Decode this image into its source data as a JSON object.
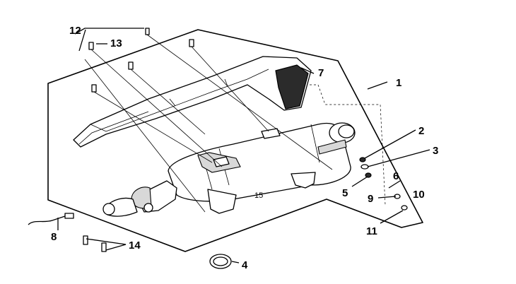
{
  "diagram": {
    "callouts": [
      {
        "id": "c1",
        "label": "1"
      },
      {
        "id": "c2",
        "label": "2"
      },
      {
        "id": "c3",
        "label": "3"
      },
      {
        "id": "c4",
        "label": "4"
      },
      {
        "id": "c5",
        "label": "5"
      },
      {
        "id": "c6",
        "label": "6"
      },
      {
        "id": "c7",
        "label": "7"
      },
      {
        "id": "c8",
        "label": "8"
      },
      {
        "id": "c9",
        "label": "9"
      },
      {
        "id": "c10",
        "label": "10"
      },
      {
        "id": "c11",
        "label": "11"
      },
      {
        "id": "c12",
        "label": "12"
      },
      {
        "id": "c13",
        "label": "13"
      },
      {
        "id": "c14",
        "label": "14"
      },
      {
        "id": "c15",
        "label": "15"
      }
    ],
    "colors": {
      "line": "#000000",
      "background": "#ffffff",
      "shade": "#2b2b2b"
    }
  }
}
